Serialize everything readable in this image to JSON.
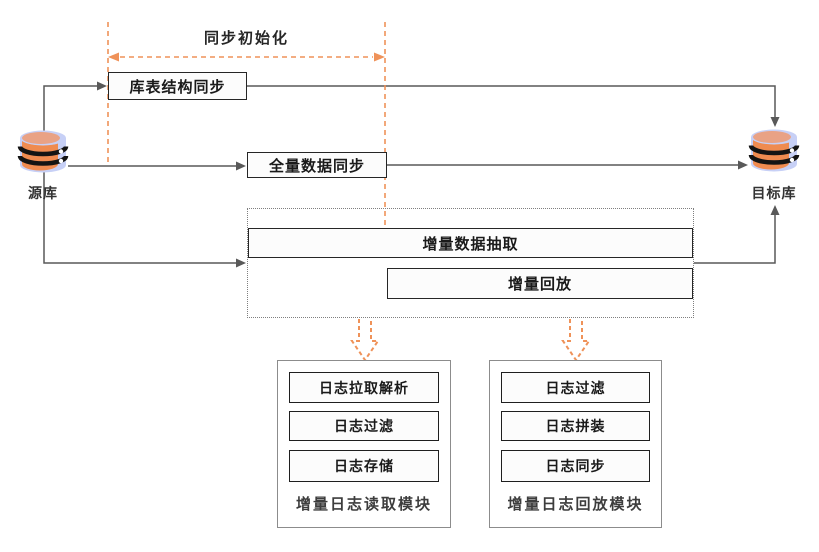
{
  "title": {
    "sync_init": "同步初始化"
  },
  "databases": {
    "source_label": "源库",
    "target_label": "目标库"
  },
  "flow": {
    "schema_sync": "库表结构同步",
    "full_sync": "全量数据同步",
    "incr_extract": "增量数据抽取",
    "incr_replay": "增量回放"
  },
  "modules": {
    "reader": {
      "title": "增量日志读取模块",
      "steps": [
        "日志拉取解析",
        "日志过滤",
        "日志存储"
      ]
    },
    "replay": {
      "title": "增量日志回放模块",
      "steps": [
        "日志过滤",
        "日志拼装",
        "日志同步"
      ]
    }
  },
  "colors": {
    "accent_orange": "#EF9259",
    "connector_gray": "#595959",
    "db_body_blue": "#C7D0F6",
    "db_disk_orange": "#EF8B50"
  }
}
